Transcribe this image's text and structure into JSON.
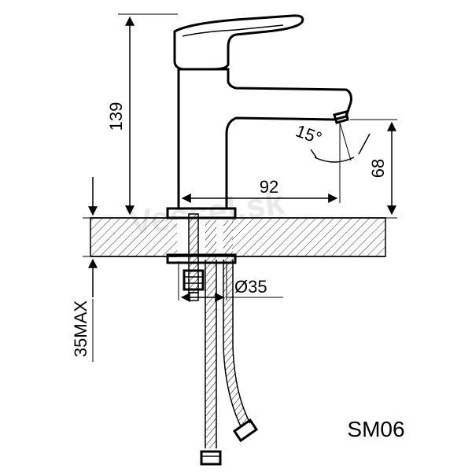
{
  "drawing": {
    "dimensions": {
      "height_total": "139",
      "spout_height": "68",
      "spout_reach": "92",
      "spout_angle": "15°",
      "hole_diameter": "Ø35",
      "deck_thickness_max": "35MAX"
    },
    "model_code": "SM06",
    "watermark": "Vessel.sk"
  }
}
